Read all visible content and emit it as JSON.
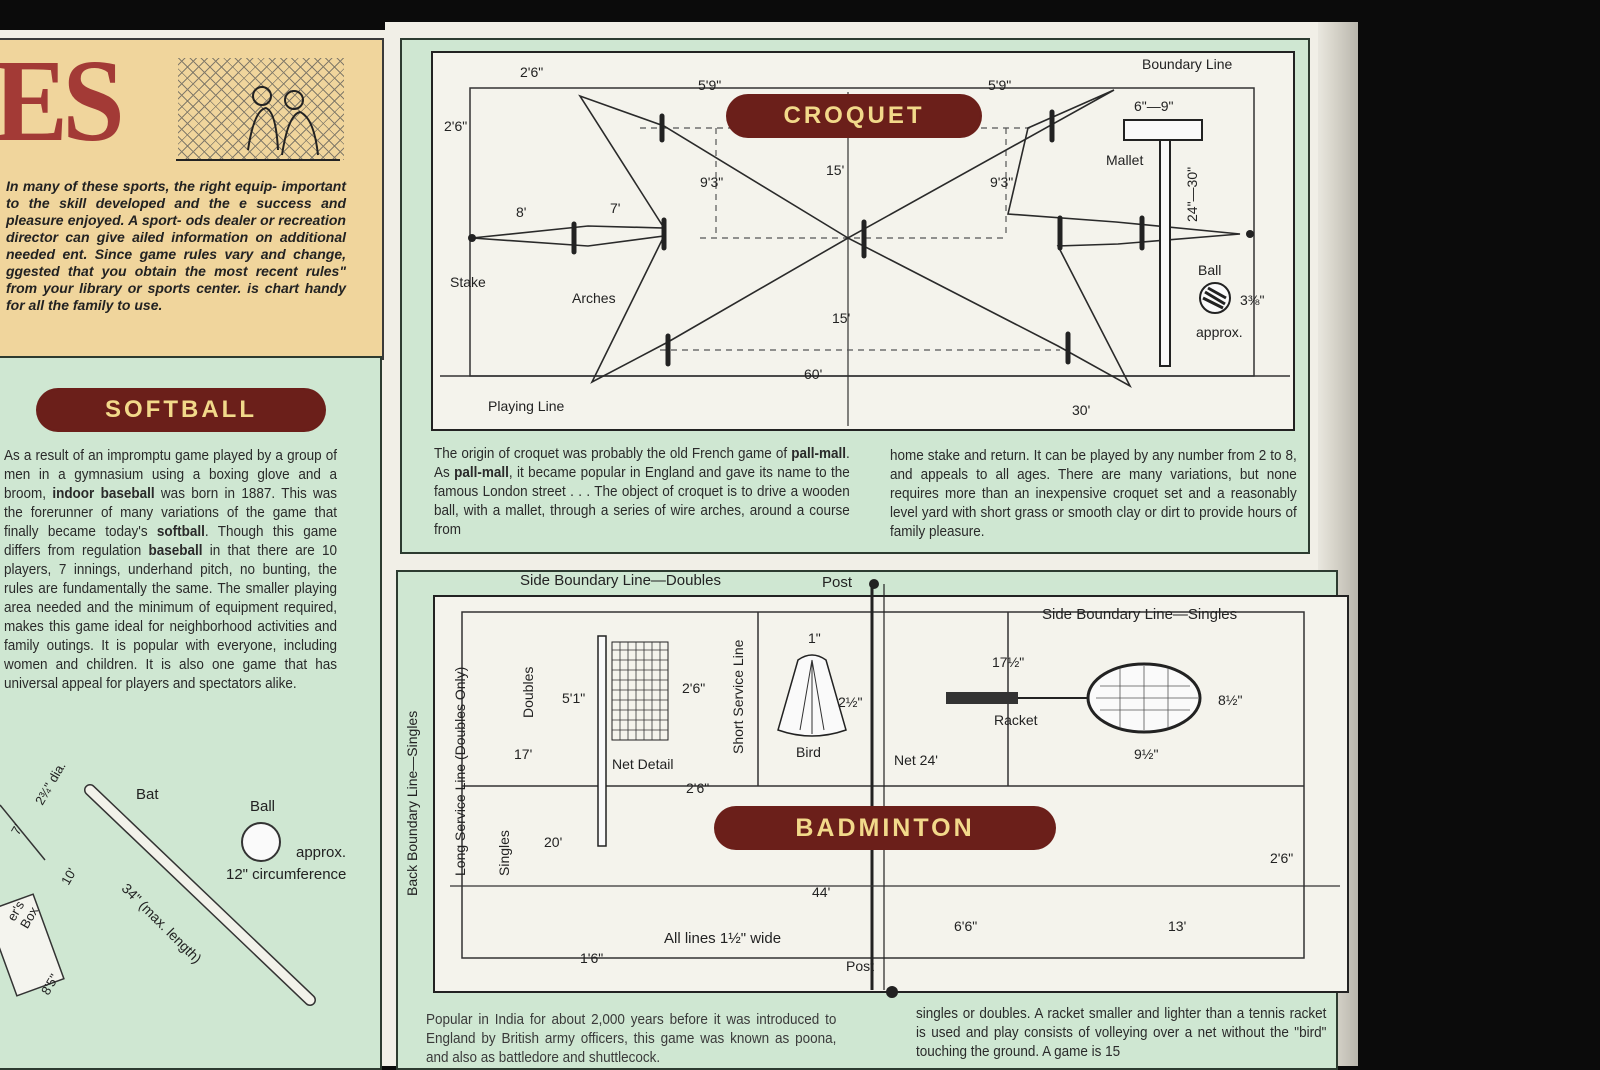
{
  "header": {
    "title_fragment": "ES",
    "intro_lines": "In many of these sports, the right equip- important to the skill developed and the e success and pleasure enjoyed. A sport- ods dealer or recreation director can give ailed information on additional needed ent. Since game rules vary and change, ggested that you obtain the most recent rules\" from your library or sports center. is chart handy for all the family to use."
  },
  "softball": {
    "title": "SOFTBALL",
    "text_a": "As a result of an impromptu game played by a group of men in a gymnasium using a boxing glove and a broom, ",
    "bold_a": "indoor baseball",
    "text_b": " was born in 1887. This was the forerunner of many variations of the game that finally became today's ",
    "bold_b": "softball",
    "text_c": ". Though this game differs from regulation ",
    "bold_c": "baseball",
    "text_d": " in that there are 10 players, 7 innings, underhand pitch, no bunting, the rules are fundamentally the same. The smaller playing area needed and the minimum of equipment required, makes this game ideal for neighborhood activities and family outings. It is popular with everyone, including women and children. It is also one game that has universal appeal for players and spectators alike.",
    "bat_label": "Bat",
    "ball_label": "Ball",
    "ball_approx": "approx.",
    "ball_circ": "12\" circumference",
    "bat_length": "34\" (max. length)",
    "bat_dia": "2¾\" dia.",
    "dim_7": "7'",
    "dim_10": "10'",
    "dim_8_5": "8'5\"",
    "box_label": "er's Box"
  },
  "croquet": {
    "title": "CROQUET",
    "labels": {
      "boundary_line": "Boundary Line",
      "d2_6_top": "2'6\"",
      "d5_9_left": "5'9\"",
      "d5_9_right": "5'9\"",
      "d2_6_left": "2'6\"",
      "d9_3_left": "9'3\"",
      "d9_3_right": "9'3\"",
      "d15_top": "15'",
      "d15_bottom": "15'",
      "d8": "8'",
      "d7": "7'",
      "stake": "Stake",
      "arches": "Arches",
      "d60": "60'",
      "d30": "30'",
      "playing_line": "Playing Line",
      "mallet": "Mallet",
      "mallet_head": "6\"—9\"",
      "mallet_handle": "24\"—30\"",
      "ball": "Ball",
      "ball_size": "3⅜\"",
      "ball_approx": "approx."
    },
    "text_left_a": "The origin of croquet was probably the old French game of ",
    "bold_1": "pall-mall",
    "text_left_b": ". As ",
    "bold_2": "pall-mall",
    "text_left_c": ", it became popular in England and gave its name to the famous London street . . . The object of croquet is to drive a wooden ball, with a mallet, through a series of wire arches, around a course from",
    "text_right": "home stake and return. It can be played by any number from 2 to 8, and appeals to all ages. There are many variations, but none requires more than an inexpensive croquet set and a reasonably level yard with short grass or smooth clay or dirt to provide hours of family pleasure."
  },
  "badminton": {
    "title": "BADMINTON",
    "labels": {
      "side_doubles": "Side Boundary Line—Doubles",
      "post_top": "Post",
      "side_singles": "Side Boundary Line—Singles",
      "one_inch": "1\"",
      "d17_5": "17½\"",
      "d5_1": "5'1\"",
      "d2_6_net": "2'6\"",
      "d2_5": "2½\"",
      "d8_5": "8½\"",
      "racket": "Racket",
      "d9_5": "9½\"",
      "net_detail": "Net Detail",
      "bird": "Bird",
      "net_24": "Net 24'",
      "d17": "17'",
      "d2_6_mid": "2'6\"",
      "d20": "20'",
      "d2_6_right": "2'6\"",
      "d44": "44'",
      "d6_6": "6'6\"",
      "d13": "13'",
      "all_lines": "All lines 1½\" wide",
      "d1_6": "1'6\"",
      "post_bottom": "Post",
      "back_boundary": "Back Boundary Line—Singles",
      "long_service": "Long Service Line (Doubles Only)",
      "doubles": "Doubles",
      "singles": "Singles",
      "short_service": "Short Service Line"
    },
    "text_left": "Popular in India for about 2,000 years before it was introduced to England by British army officers, this game was known as poona, and also as battledore and shuttlecock.",
    "text_right": "singles or doubles. A racket smaller and lighter than a tennis racket is used and play consists of volleying over a net without the \"bird\" touching the ground. A game is 15"
  },
  "colors": {
    "panel_green": "#cfe7d2",
    "panel_tan": "#f0d59c",
    "pill_bg": "#6b1f1a",
    "pill_text": "#f2d98a",
    "accent_red": "#a33a36"
  }
}
